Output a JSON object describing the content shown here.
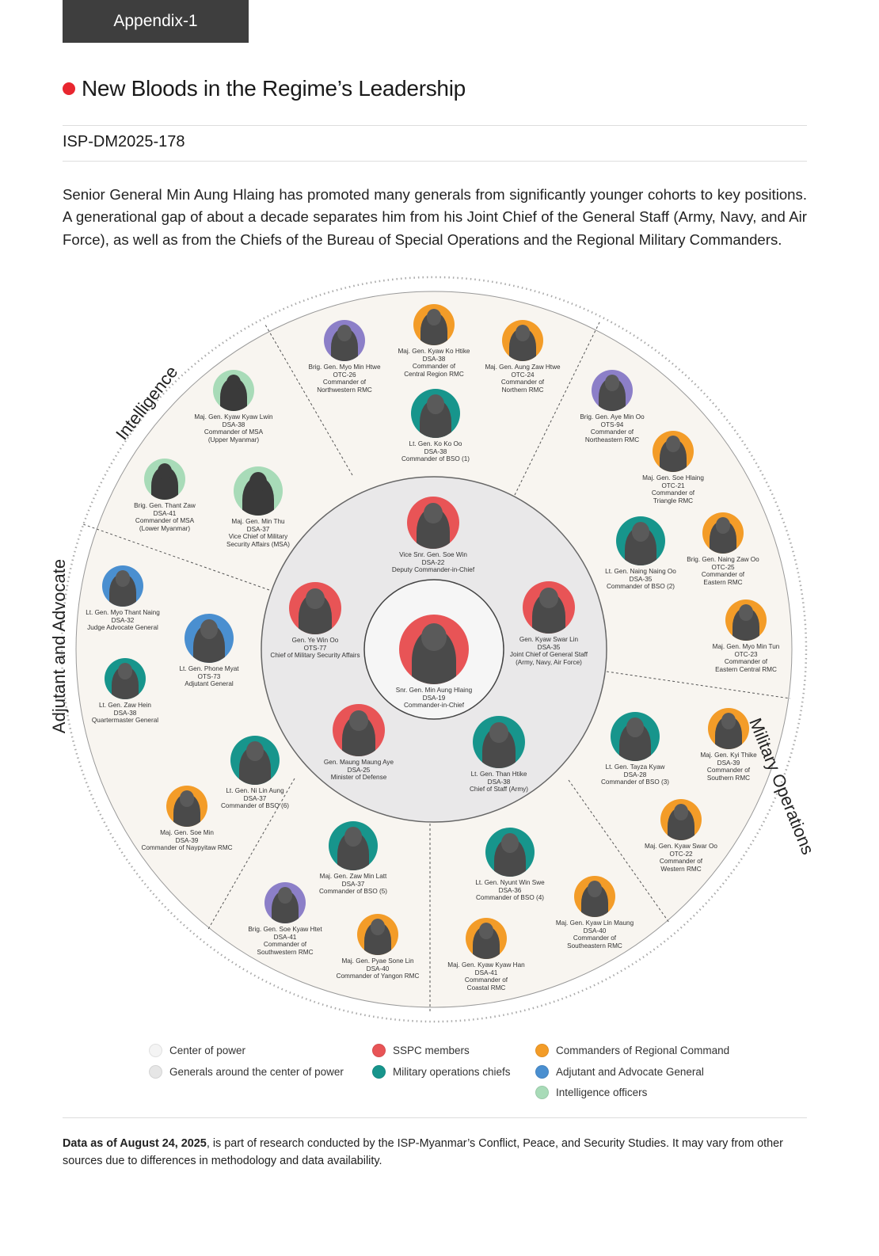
{
  "header": {
    "appendix": "Appendix-1",
    "title": "New Bloods in the Regime’s Leadership",
    "code": "ISP-DM2025-178"
  },
  "intro": "Senior General Min Aung Hlaing has promoted many generals from significantly younger cohorts to key positions. A generational gap of about a decade separates him from his Joint Chief of the General Staff (Army, Navy, and Air Force), as well as from the Chiefs of the Bureau of Special Operations and the Regional Military Commanders.",
  "colors": {
    "red": "#e85456",
    "teal": "#17958c",
    "orange": "#f39c28",
    "blue": "#4a8fd0",
    "green": "#a8dbb8",
    "purple": "#8c7fc8",
    "center": "#f4f4f4",
    "around": "#e6e6e6",
    "accent": "#e8262f"
  },
  "sectors": {
    "intelligence": "Intelligence",
    "adjutant": "Adjutant and Advocate",
    "military": "Military Operations"
  },
  "people": [
    {
      "name": "Brig. Gen. Myo Min Htwe",
      "cohort": "OTC-26",
      "role": [
        "Commander of",
        "Northwestern RMC"
      ],
      "color": "purple"
    },
    {
      "name": "Maj. Gen. Kyaw Ko Htike",
      "cohort": "DSA-38",
      "role": [
        "Commander of",
        "Central Region RMC"
      ],
      "color": "orange"
    },
    {
      "name": "Maj. Gen. Aung Zaw Htwe",
      "cohort": "OTC-24",
      "role": [
        "Commander of",
        "Northern RMC"
      ],
      "color": "orange"
    },
    {
      "name": "Lt. Gen. Ko Ko Oo",
      "cohort": "DSA-38",
      "role": [
        "Commander of BSO (1)"
      ],
      "color": "teal"
    },
    {
      "name": "Brig. Gen. Aye Min Oo",
      "cohort": "OTS-94",
      "role": [
        "Commander of",
        "Northeastern RMC"
      ],
      "color": "purple"
    },
    {
      "name": "Maj. Gen. Soe Hlaing",
      "cohort": "OTC-21",
      "role": [
        "Commander of",
        "Triangle RMC"
      ],
      "color": "orange"
    },
    {
      "name": "Lt. Gen. Naing Naing Oo",
      "cohort": "DSA-35",
      "role": [
        "Commander of BSO (2)"
      ],
      "color": "teal"
    },
    {
      "name": "Brig. Gen. Naing Zaw Oo",
      "cohort": "OTC-25",
      "role": [
        "Commander of",
        "Eastern RMC"
      ],
      "color": "orange"
    },
    {
      "name": "Maj. Gen. Myo Min Tun",
      "cohort": "OTC-23",
      "role": [
        "Commander of",
        "Eastern Central RMC"
      ],
      "color": "orange"
    },
    {
      "name": "Gen. Kyaw Swar Lin",
      "cohort": "DSA-35",
      "role": [
        "Joint Chief of General Staff",
        "(Army, Navy, Air Force)"
      ],
      "color": "red"
    },
    {
      "name": "Vice Snr. Gen. Soe Win",
      "cohort": "DSA-22",
      "role": [
        "Deputy Commander-in-Chief"
      ],
      "color": "red"
    },
    {
      "name": "Gen. Ye Win Oo",
      "cohort": "OTS-77",
      "role": [
        "Chief of Military Security Affairs"
      ],
      "color": "red"
    },
    {
      "name": "Snr. Gen. Min Aung Hlaing",
      "cohort": "DSA-19",
      "role": [
        "Commander-in-Chief"
      ],
      "color": "red"
    },
    {
      "name": "Gen. Maung Maung Aye",
      "cohort": "DSA-25",
      "role": [
        "Minister of Defense"
      ],
      "color": "red"
    },
    {
      "name": "Lt. Gen. Than Htike",
      "cohort": "DSA-38",
      "role": [
        "Chief of Staff (Army)"
      ],
      "color": "teal"
    },
    {
      "name": "Lt. Gen. Tayza Kyaw",
      "cohort": "DSA-28",
      "role": [
        "Commander of BSO (3)"
      ],
      "color": "teal"
    },
    {
      "name": "Maj. Gen. Kyi Thike",
      "cohort": "DSA-39",
      "role": [
        "Commander of",
        "Southern RMC"
      ],
      "color": "orange"
    },
    {
      "name": "Maj. Gen. Kyaw Swar Oo",
      "cohort": "OTC-22",
      "role": [
        "Commander of",
        "Western RMC"
      ],
      "color": "orange"
    },
    {
      "name": "Lt. Gen. Nyunt Win Swe",
      "cohort": "DSA-36",
      "role": [
        "Commander of BSO (4)"
      ],
      "color": "teal"
    },
    {
      "name": "Maj. Gen. Kyaw Lin Maung",
      "cohort": "DSA-40",
      "role": [
        "Commander of",
        "Southeastern RMC"
      ],
      "color": "orange"
    },
    {
      "name": "Maj. Gen. Kyaw Kyaw Han",
      "cohort": "DSA-41",
      "role": [
        "Commander of",
        "Coastal RMC"
      ],
      "color": "orange"
    },
    {
      "name": "Maj. Gen. Pyae Sone Lin",
      "cohort": "DSA-40",
      "role": [
        "Commander of Yangon RMC"
      ],
      "color": "orange"
    },
    {
      "name": "Brig. Gen. Soe Kyaw Htet",
      "cohort": "DSA-41",
      "role": [
        "Commander of",
        "Southwestern RMC"
      ],
      "color": "purple"
    },
    {
      "name": "Maj. Gen. Zaw Min Latt",
      "cohort": "DSA-37",
      "role": [
        "Commander of BSO (5)"
      ],
      "color": "teal"
    },
    {
      "name": "Maj. Gen. Soe Min",
      "cohort": "DSA-39",
      "role": [
        "Commander of Naypyitaw RMC"
      ],
      "color": "orange"
    },
    {
      "name": "Lt. Gen. Ni Lin Aung",
      "cohort": "DSA-37",
      "role": [
        "Commander of BSO (6)"
      ],
      "color": "teal"
    },
    {
      "name": "Lt. Gen. Zaw Hein",
      "cohort": "DSA-38",
      "role": [
        "Quartermaster General"
      ],
      "color": "teal"
    },
    {
      "name": "Lt. Gen. Phone Myat",
      "cohort": "OTS-73",
      "role": [
        "Adjutant General"
      ],
      "color": "blue"
    },
    {
      "name": "Lt. Gen. Myo Thant Naing",
      "cohort": "DSA-32",
      "role": [
        "Judge Advocate General"
      ],
      "color": "blue"
    },
    {
      "name": "Brig. Gen. Thant Zaw",
      "cohort": "DSA-41",
      "role": [
        "Commander of MSA",
        "(Lower Myanmar)"
      ],
      "color": "green",
      "silhouette": true
    },
    {
      "name": "Maj. Gen. Min Thu",
      "cohort": "DSA-37",
      "role": [
        "Vice Chief of Military",
        "Security Affairs (MSA)"
      ],
      "color": "green",
      "silhouette": true
    },
    {
      "name": "Maj. Gen. Kyaw Kyaw Lwin",
      "cohort": "DSA-38",
      "role": [
        "Commander of MSA",
        "(Upper Myanmar)"
      ],
      "color": "green",
      "silhouette": true
    }
  ],
  "legend": [
    {
      "label": "Center of power",
      "color": "center"
    },
    {
      "label": "Generals around the center of power",
      "color": "around"
    },
    {
      "label": "SSPC members",
      "color": "red"
    },
    {
      "label": "Military operations chiefs",
      "color": "teal"
    },
    {
      "label": "Commanders of Regional Command",
      "color": "orange"
    },
    {
      "label": "Adjutant and Advocate General",
      "color": "blue"
    },
    {
      "label": "Intelligence officers",
      "color": "green"
    }
  ],
  "footnote": {
    "bold": "Data as of August 24, 2025",
    "text": ", is part of research conducted by the ISP-Myanmar’s Conflict, Peace, and Security Studies. It may vary from other sources due to differences in methodology and data availability."
  }
}
